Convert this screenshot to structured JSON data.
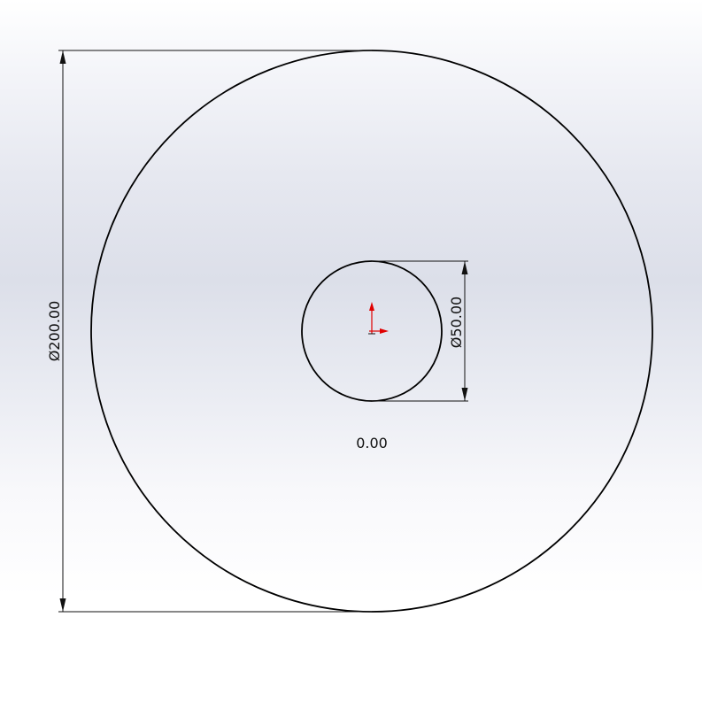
{
  "sketch": {
    "outer_diameter_label": "Ø200.00",
    "inner_diameter_label": "Ø50.00",
    "center_value_label": "0.00",
    "origin_color": "#e00000",
    "origin_icon": "origin-axes-icon"
  }
}
